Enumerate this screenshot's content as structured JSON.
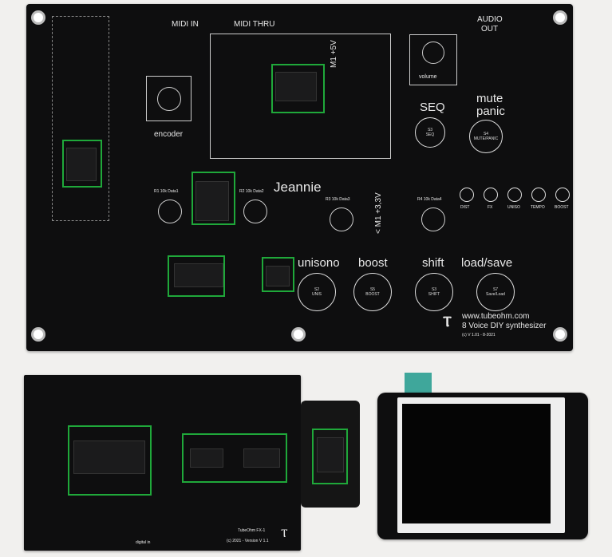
{
  "main_board": {
    "labels": {
      "midi_in": "MIDI IN",
      "midi_thru": "MIDI THRU",
      "audio_out_1": "AUDIO",
      "audio_out_2": "OUT",
      "volume": "volume",
      "encoder": "encoder",
      "seq": "SEQ",
      "mute": "mute",
      "panic": "panic",
      "name": "Jeannie",
      "m1_5v": "M1 +5V",
      "m1_33v": "< M1 +3,3V",
      "website": "www.tubeohm.com",
      "subtitle": "8 Voice DIY synthesizer",
      "version": "(c) V 1.01 - 8-2021"
    },
    "leds": [
      "DIST",
      "FX",
      "UNISO",
      "TEMPO",
      "BOOST"
    ],
    "buttons": [
      {
        "heading": "unisono",
        "ref": "S2",
        "label": "UNIS"
      },
      {
        "heading": "boost",
        "ref": "S5",
        "label": "BOOST"
      },
      {
        "heading": "shift",
        "ref": "S3",
        "label": "SHIFT"
      },
      {
        "heading": "load/save",
        "ref": "S7",
        "label": "Save/Load"
      }
    ],
    "top_buttons": [
      {
        "ref": "S3",
        "label": "SEQ"
      },
      {
        "ref": "S4",
        "label": "MUTE/PANIC"
      }
    ],
    "pots": [
      "R1 10k Data1",
      "R2 10k Data2",
      "R3 10k Data3",
      "R4 10k Data4"
    ]
  },
  "fx_board": {
    "title": "TubeOhm FX-1",
    "version": "(c) 2021 - Version V 1.1",
    "digital_in": "digital in"
  },
  "highlight_color": "#1fa83a"
}
